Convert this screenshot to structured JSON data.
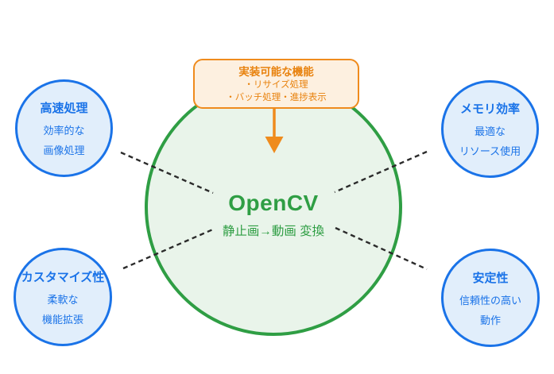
{
  "colors": {
    "blue-border": "#1a73e8",
    "blue-fill": "#e1eefb",
    "blue-text": "#1a73e8",
    "green-border": "#2f9e44",
    "green-fill": "#e9f4ea",
    "green-text": "#2f9e44",
    "orange-border": "#ef8b1d",
    "orange-fill": "#fdf0e0",
    "orange-text": "#e8820e",
    "connector": "#2b2b2b"
  },
  "callout": {
    "title": "実装可能な機能",
    "lines": [
      "・リサイズ処理",
      "・バッチ処理・進捗表示"
    ]
  },
  "center": {
    "title": "OpenCV",
    "subtitle": "静止画→動画 変換"
  },
  "satellites": [
    {
      "position": "top-left",
      "title": "高速処理",
      "lines": [
        "効率的な",
        "画像処理"
      ]
    },
    {
      "position": "top-right",
      "title": "メモリ効率",
      "lines": [
        "最適な",
        "リソース使用"
      ]
    },
    {
      "position": "bottom-left",
      "title": "カスタマイズ性",
      "lines": [
        "柔軟な",
        "機能拡張"
      ]
    },
    {
      "position": "bottom-right",
      "title": "安定性",
      "lines": [
        "信頼性の高い",
        "動作"
      ]
    }
  ]
}
